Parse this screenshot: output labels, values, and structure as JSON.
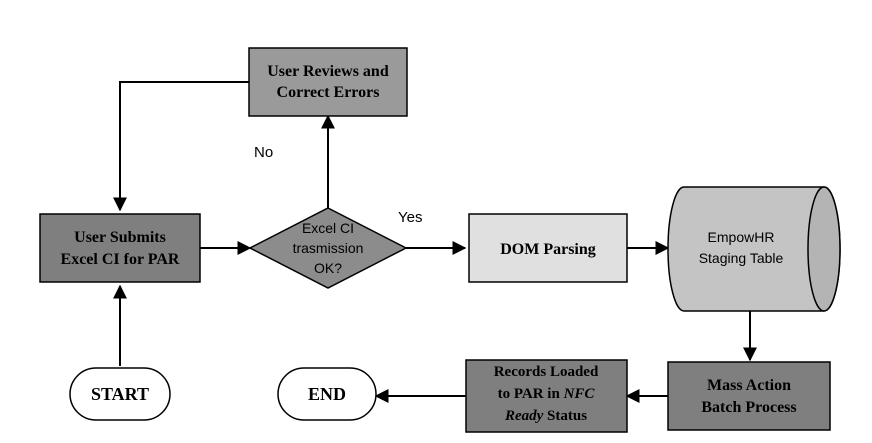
{
  "colors": {
    "box_dark": "#7f7f7f",
    "box_medium": "#9a9a9a",
    "box_light": "#e0e0e0",
    "cylinder": "#c4c4c4",
    "line": "#000000",
    "terminal": "#ffffff"
  },
  "nodes": {
    "review": {
      "line1": "User Reviews and",
      "line2": "Correct Errors"
    },
    "submit": {
      "line1": "User Submits",
      "line2": "Excel CI for PAR"
    },
    "decision": {
      "line1": "Excel CI",
      "line2": "trasmission",
      "line3": "OK?"
    },
    "dom": {
      "label": "DOM Parsing"
    },
    "staging": {
      "line1": "EmpowHR",
      "line2": "Staging Table"
    },
    "mass": {
      "line1": "Mass Action",
      "line2": "Batch Process"
    },
    "records": {
      "line1": "Records Loaded",
      "line2_pre": "to PAR in ",
      "line2_em": "NFC",
      "line3_em": "Ready",
      "line3_post": " Status"
    },
    "start": {
      "label": "START"
    },
    "end": {
      "label": "END"
    }
  },
  "edge_labels": {
    "no": "No",
    "yes": "Yes"
  }
}
